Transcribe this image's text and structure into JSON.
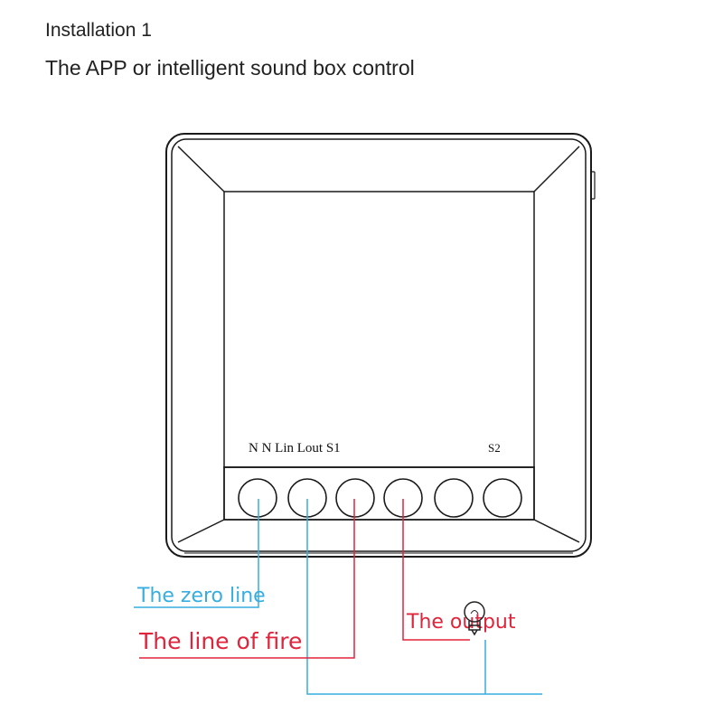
{
  "header": {
    "title": "Installation 1",
    "subtitle": "The APP or intelligent sound box control"
  },
  "device": {
    "terminal_labels": "N N Lin Lout S1",
    "s2_label": "S2",
    "terminal_count": 6
  },
  "wires": {
    "zero_line": {
      "label": "The zero line",
      "color": "#36aee0"
    },
    "fire_line": {
      "label": "The line of fire",
      "color": "#e0243c"
    },
    "output": {
      "label": "The output",
      "color": "#e0243c"
    }
  },
  "icons": {
    "bulb": "light-bulb-icon"
  }
}
